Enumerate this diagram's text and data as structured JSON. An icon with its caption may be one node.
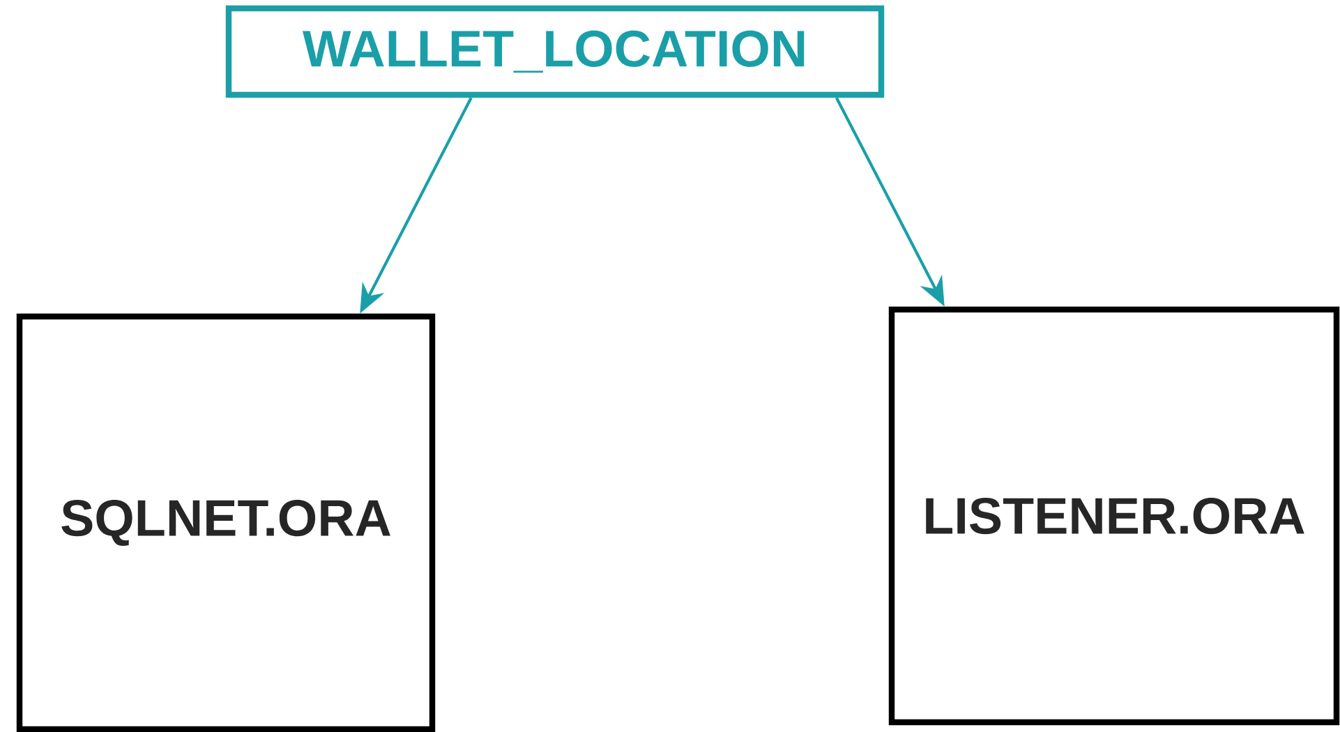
{
  "diagram": {
    "nodes": [
      {
        "text": [
          "WALLET_LOCATION"
        ]
      },
      {
        "text": [
          "SQLNET.ORA"
        ]
      },
      {
        "text": [
          "LISTENER.ORA"
        ]
      }
    ],
    "edges": [
      {
        "from": 0,
        "to": 1,
        "arrow": "to"
      },
      {
        "from": 0,
        "to": 2,
        "arrow": "to"
      }
    ]
  }
}
